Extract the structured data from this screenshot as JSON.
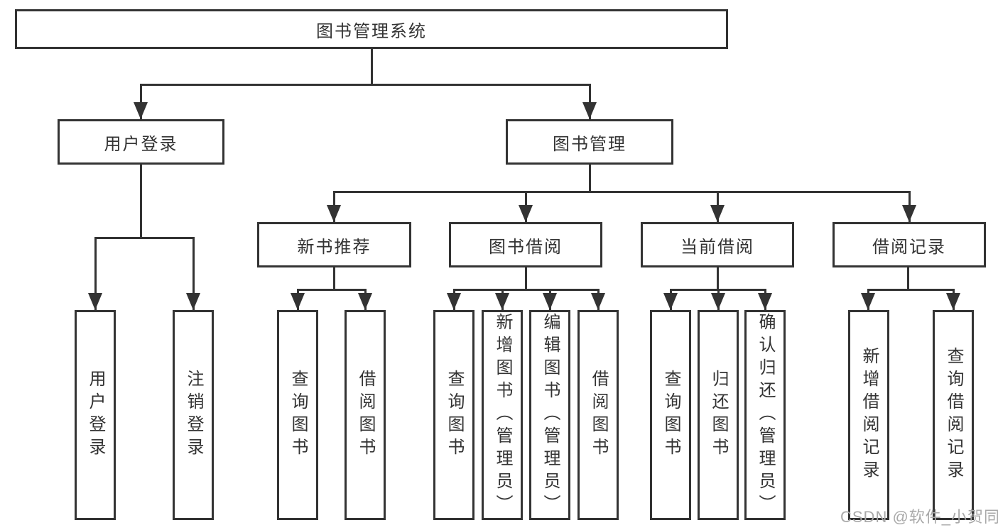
{
  "nodes": {
    "root": "图书管理系统",
    "user_login": "用户登录",
    "book_management": "图书管理",
    "new_book_recommend": "新书推荐",
    "book_borrow": "图书借阅",
    "current_borrow": "当前借阅",
    "borrow_records": "借阅记录",
    "leaves": {
      "user_login": [
        "用户登录",
        "注销登录"
      ],
      "new_book_recommend": [
        "查询图书",
        "借阅图书"
      ],
      "book_borrow": [
        "查询图书",
        "新增图书（管理员）",
        "编辑图书（管理员）",
        "借阅图书"
      ],
      "current_borrow": [
        "查询图书",
        "归还图书",
        "确认归还（管理员）"
      ],
      "borrow_records": [
        "新增借阅记录",
        "查询借阅记录"
      ]
    }
  },
  "watermark": "CSDN @软件_小贺同学",
  "colors": {
    "line": "#333333",
    "text": "#333333",
    "background": "#ffffff",
    "watermark": "#a9a9a9"
  }
}
